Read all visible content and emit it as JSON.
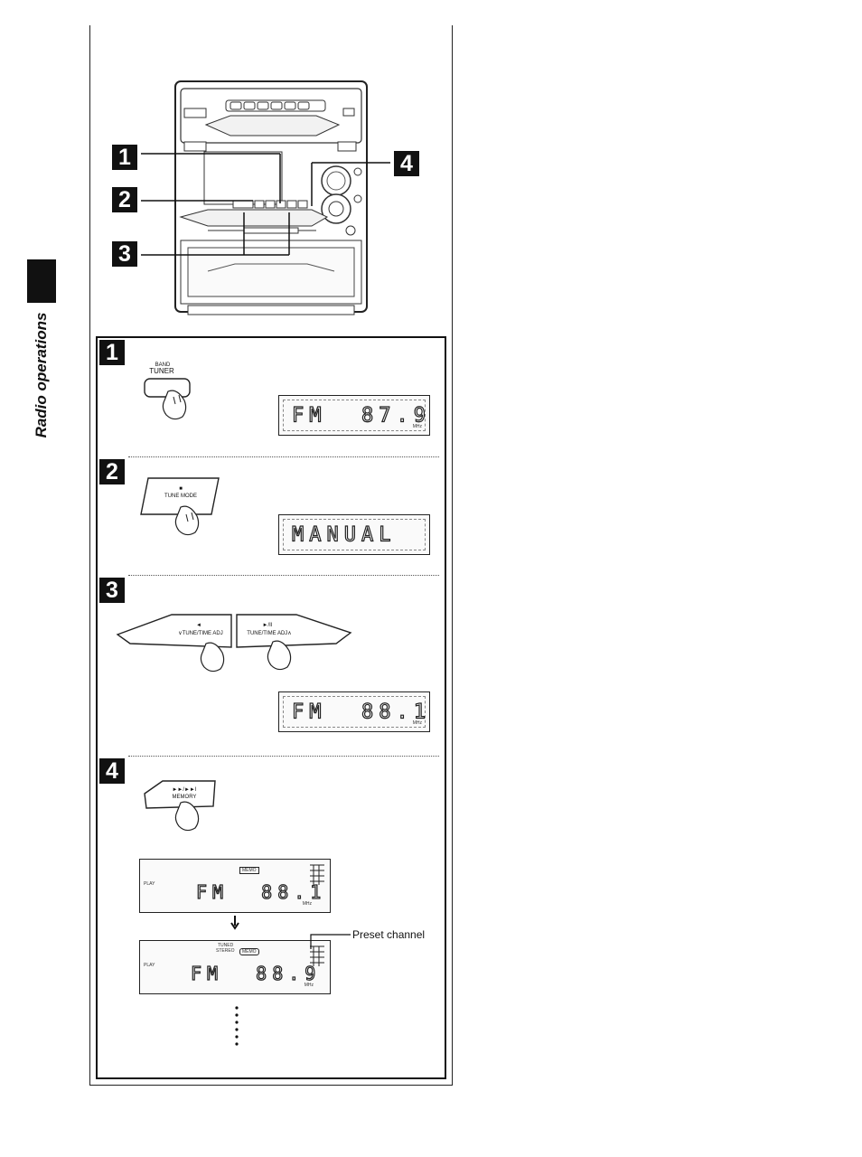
{
  "sidebar": {
    "section_label": "Radio operations"
  },
  "overview": {
    "callouts": [
      "1",
      "2",
      "3",
      "4"
    ]
  },
  "steps": [
    {
      "number": "1",
      "button_top": "BAND",
      "button_label": "TUNER",
      "display": "FM  87.9"
    },
    {
      "number": "2",
      "button_top": "■",
      "button_label": "TUNE MODE",
      "display": "MANUAL"
    },
    {
      "number": "3",
      "left_button_top": "◄",
      "left_button_label": "∨TUNE/TIME ADJ",
      "right_button_top": "►/II",
      "right_button_label": "TUNE/TIME ADJ∧",
      "display": "FM  88.1"
    },
    {
      "number": "4",
      "button_top": "►►/►►I",
      "button_label": "MEMORY",
      "display_a": "FM  88.1",
      "display_b": "FM  88.9",
      "memo_label": "MEMO",
      "tuned_label": "TUNED",
      "stereo_label": "STEREO",
      "play_label": "PLAY",
      "mhz_label": "MHz",
      "preset_label": "Preset channel"
    }
  ]
}
